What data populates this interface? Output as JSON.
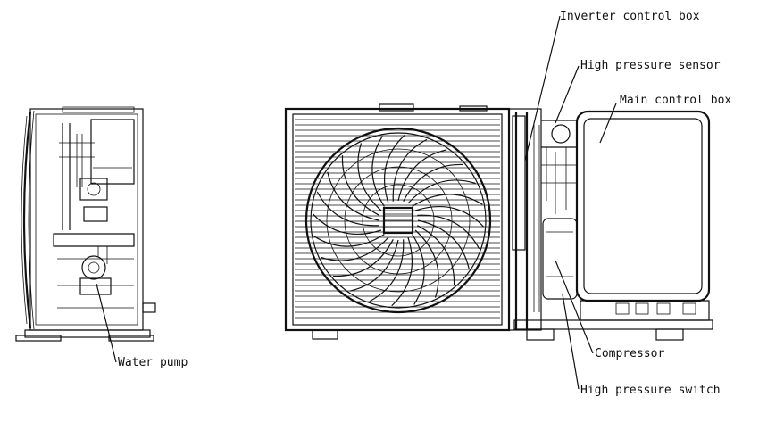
{
  "labels": {
    "inverter_control_box": "Inverter control box",
    "high_pressure_sensor": "High pressure sensor",
    "main_control_box": "Main control box",
    "water_pump": "Water pump",
    "compressor": "Compressor",
    "high_pressure_switch": "High pressure switch"
  },
  "colors": {
    "ink": "#111111",
    "paper": "#ffffff"
  }
}
